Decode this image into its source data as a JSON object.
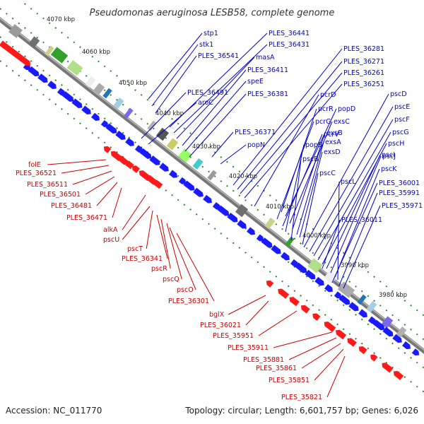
{
  "title": "Pseudomonas aeruginosa LESB58, complete genome",
  "accession": "Accession: NC_011770",
  "topology": "Topology: circular; Length: 6,601,757 bp; Genes: 6,026",
  "colors": {
    "forward_label": "#0000cc",
    "reverse_label": "#cc0000",
    "backbone": "#888888",
    "tick_dots": "#2a8a2a"
  },
  "scale_ticks": [
    "4070 kbp",
    "4060 kbp",
    "4050 kbp",
    "4040 kbp",
    "4030 kbp",
    "4020 kbp",
    "4010 kbp",
    "4000 kbp",
    "3990 kbp",
    "3980 kbp"
  ],
  "forward_genes": [
    "stp1",
    "stk1",
    "PLES_36541",
    "PLES_36441",
    "PLES_36431",
    "masA",
    "PLES_36411",
    "speE",
    "PLES_36381",
    "PLES_36491",
    "aroC",
    "PLES_36371",
    "popN",
    "PLES_36281",
    "PLES_36271",
    "PLES_36261",
    "PLES_36251",
    "pcrD",
    "pcrR",
    "popD",
    "pcrG",
    "exsC",
    "pcrV",
    "exsB",
    "popB",
    "exsA",
    "exsD",
    "pscB",
    "pscC",
    "pscD",
    "pscE",
    "pscF",
    "pscG",
    "pscH",
    "pscI",
    "pscJ",
    "pscK",
    "pscL",
    "PLES_36001",
    "PLES_35991",
    "PLES_35971",
    "PLES_36011"
  ],
  "reverse_genes": [
    "folE",
    "PLES_36521",
    "PLES_36511",
    "PLES_36501",
    "PLES_36481",
    "PLES_36471",
    "alkA",
    "pscU",
    "pscT",
    "PLES_36341",
    "pscR",
    "pscQ",
    "pscO",
    "PLES_36301",
    "bglX",
    "PLES_36021",
    "PLES_35951",
    "PLES_35911",
    "PLES_35881",
    "PLES_35861",
    "PLES_35851",
    "PLES_35821"
  ]
}
